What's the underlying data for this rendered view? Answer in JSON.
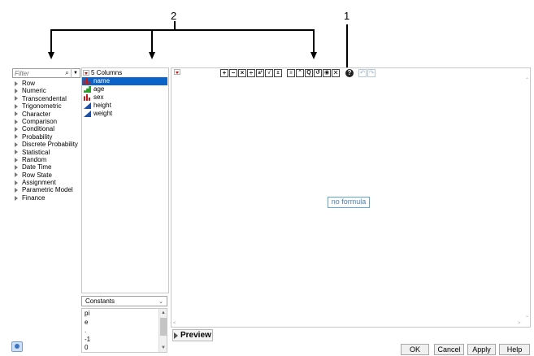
{
  "callouts": {
    "label_1": "1",
    "label_2": "2"
  },
  "functions": {
    "filter_placeholder": "Filter",
    "items": [
      "Row",
      "Numeric",
      "Transcendental",
      "Trigonometric",
      "Character",
      "Comparison",
      "Conditional",
      "Probability",
      "Discrete Probability",
      "Statistical",
      "Random",
      "Date Time",
      "Row State",
      "Assignment",
      "Parametric Model",
      "Finance"
    ]
  },
  "columns": {
    "header": "5 Columns",
    "items": [
      {
        "label": "name",
        "type": "nominal",
        "selected": true
      },
      {
        "label": "age",
        "type": "ordinal",
        "selected": false
      },
      {
        "label": "sex",
        "type": "nominal",
        "selected": false
      },
      {
        "label": "height",
        "type": "continuous",
        "selected": false
      },
      {
        "label": "weight",
        "type": "continuous",
        "selected": false
      }
    ]
  },
  "constants": {
    "selected": "Constants",
    "items": [
      "pi",
      "e",
      ".",
      "-1",
      "0"
    ]
  },
  "editor": {
    "placeholder_text": "no formula",
    "toolbar_icons": [
      "plus-icon",
      "minus-icon",
      "multiply-icon",
      "divide-icon",
      "power-icon",
      "root-icon",
      "negate-icon",
      "expand-icon",
      "insert-icon",
      "parenthesis-icon",
      "copy-icon",
      "drop-icon",
      "delete-icon",
      "help-icon",
      "undo-icon",
      "redo-icon"
    ]
  },
  "preview": {
    "label": "Preview"
  },
  "buttons": {
    "ok": "OK",
    "cancel": "Cancel",
    "apply": "Apply",
    "help": "Help"
  },
  "colors": {
    "selection": "#0a64c8",
    "nominal": "#c21b1b",
    "ordinal": "#2f9e2f",
    "continuous": "#1f4ea5",
    "no_formula_border": "#5fa6d6"
  }
}
